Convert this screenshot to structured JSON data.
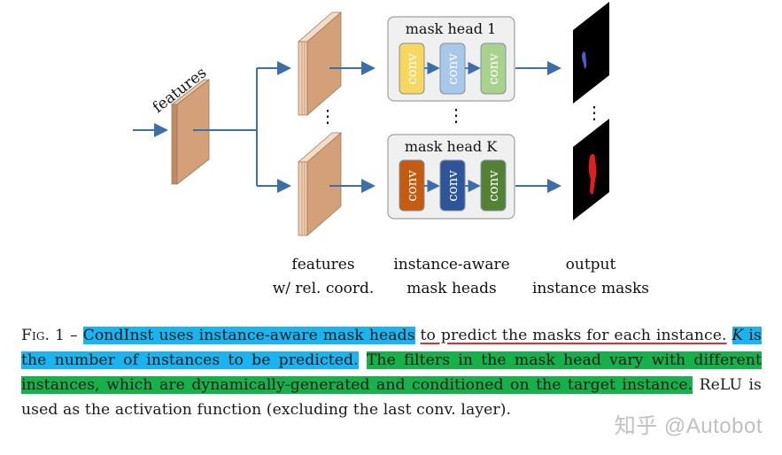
{
  "diagram": {
    "features_in_label": "features",
    "mask_head_1_title": "mask head 1",
    "mask_head_k_title": "mask head K",
    "conv_label": "conv",
    "ellipsis": "⋮",
    "bottom_labels": {
      "col1_line1": "features",
      "col1_line2": "w/ rel. coord.",
      "col2_line1": "instance-aware",
      "col2_line2": "mask heads",
      "col3_line1": "output",
      "col3_line2": "instance masks"
    },
    "colors": {
      "feature_block": "#d4a07a",
      "conv_head1": [
        "#f6d760",
        "#a8c8ea",
        "#a9d28e"
      ],
      "conv_headK": [
        "#c55a11",
        "#2e5597",
        "#548235"
      ],
      "arrow": "#3c6eaa",
      "mask_fg_1": "#4a5fd0",
      "mask_fg_k": "#e0201a"
    }
  },
  "caption": {
    "fig_label": "Fig. 1 –",
    "s1_highlight": "CondInst uses instance-aware mask heads",
    "s1_rest": "to predict the masks for each instance.",
    "s2_k": "K",
    "s2_rest": "is the number of instances to be predicted.",
    "s3": "The filters in the mask head vary with different instances, which are dynamically-generated and conditioned on the target instance.",
    "s4": "ReLU is used as the activation function (excluding the last conv. layer)."
  },
  "watermark": "知乎 @Autobot"
}
